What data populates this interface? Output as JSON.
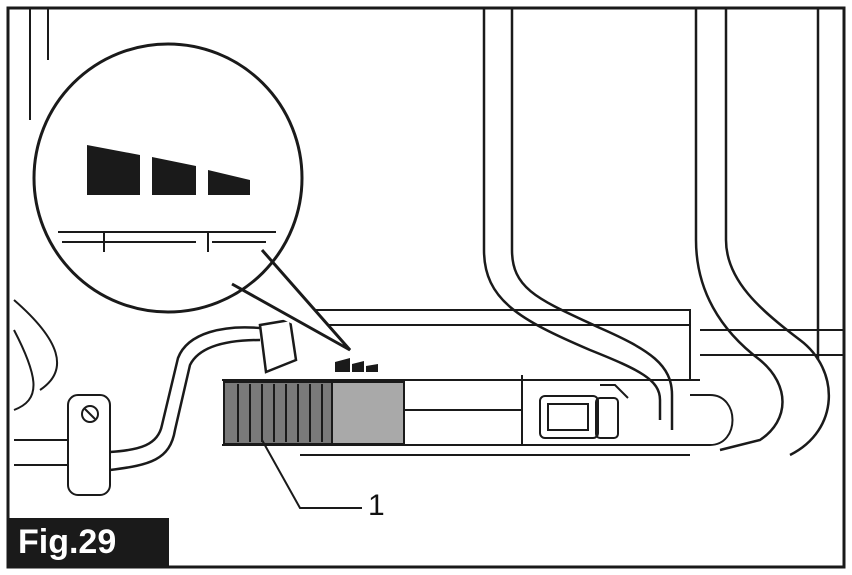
{
  "figure": {
    "label": "Fig.29",
    "callouts": [
      {
        "number": "1",
        "target": "grip-sleeve"
      }
    ],
    "magnified_indicator": {
      "shape": "three-step-wedge-marks"
    }
  },
  "colors": {
    "line": "#1a1a1a",
    "grip_fill": "#7a7a7a",
    "sleeve_fill": "#a9a9a9",
    "label_bg": "#1a1a1a",
    "label_text": "#ffffff"
  }
}
